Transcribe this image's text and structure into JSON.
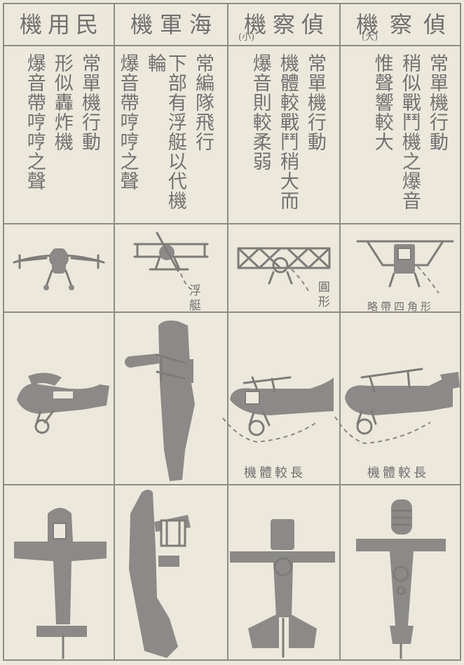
{
  "columns": [
    {
      "header_chars": [
        "機",
        "用",
        "民"
      ],
      "header_sub": "",
      "description_lines": [
        "常單機行動",
        "形似轟炸機",
        "爆音帶哼哼之聲"
      ],
      "front_caption": "",
      "side_caption": ""
    },
    {
      "header_chars": [
        "機",
        "軍",
        "海"
      ],
      "header_sub": "",
      "description_lines": [
        "常編隊飛行",
        "下部有浮艇以代機輪",
        "爆音帶哼哼之聲"
      ],
      "front_caption": "浮艇",
      "side_caption": ""
    },
    {
      "header_chars": [
        "機",
        "察",
        "偵"
      ],
      "header_sub": "(小)",
      "description_lines": [
        "常單機行動",
        "機體較戰鬥稍大而",
        "爆音則較柔弱"
      ],
      "front_caption": "圓形",
      "side_caption": "機體較長"
    },
    {
      "header_chars": [
        "機",
        "察",
        "偵"
      ],
      "header_sub": "(大)",
      "description_lines": [
        "常單機行動",
        "稍似戰鬥機之爆音",
        "惟聲響較大"
      ],
      "front_caption": "略帶四角形",
      "side_caption": "機體較長"
    }
  ]
}
